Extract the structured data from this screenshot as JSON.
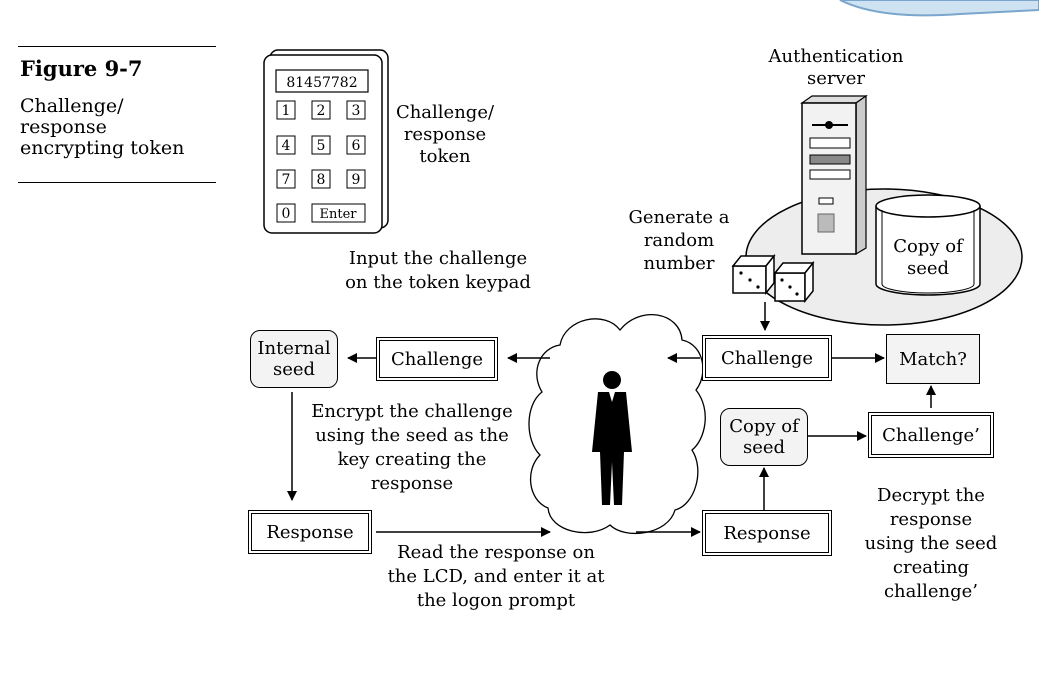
{
  "figure": {
    "number": "Figure 9-7",
    "caption_lines": [
      "Challenge/",
      "response",
      "encrypting token"
    ]
  },
  "token": {
    "display": "81457782",
    "keys": [
      "1",
      "2",
      "3",
      "4",
      "5",
      "6",
      "7",
      "8",
      "9",
      "0",
      "Enter"
    ],
    "label_lines": [
      "Challenge/",
      "response",
      "token"
    ]
  },
  "server": {
    "label_lines": [
      "Authentication",
      "server"
    ],
    "seed_copy_lines": [
      "Copy of",
      "seed"
    ]
  },
  "random": {
    "label_lines": [
      "Generate a",
      "random",
      "number"
    ]
  },
  "annotations": {
    "input_challenge": [
      "Input the challenge",
      "on the token keypad"
    ],
    "encrypt": [
      "Encrypt the challenge",
      "using the seed as the",
      "key creating the",
      "response"
    ],
    "read_response": [
      "Read the response on",
      "the LCD, and enter it at",
      "the logon prompt"
    ],
    "decrypt": [
      "Decrypt the",
      "response",
      "using the seed",
      "creating",
      "challenge’"
    ]
  },
  "boxes": {
    "internal_seed": [
      "Internal",
      "seed"
    ],
    "challenge_left": "Challenge",
    "response_left": "Response",
    "challenge_right": "Challenge",
    "match": "Match?",
    "copy_of_seed": [
      "Copy of",
      "seed"
    ],
    "challenge_prime": "Challenge’",
    "response_right": "Response"
  }
}
